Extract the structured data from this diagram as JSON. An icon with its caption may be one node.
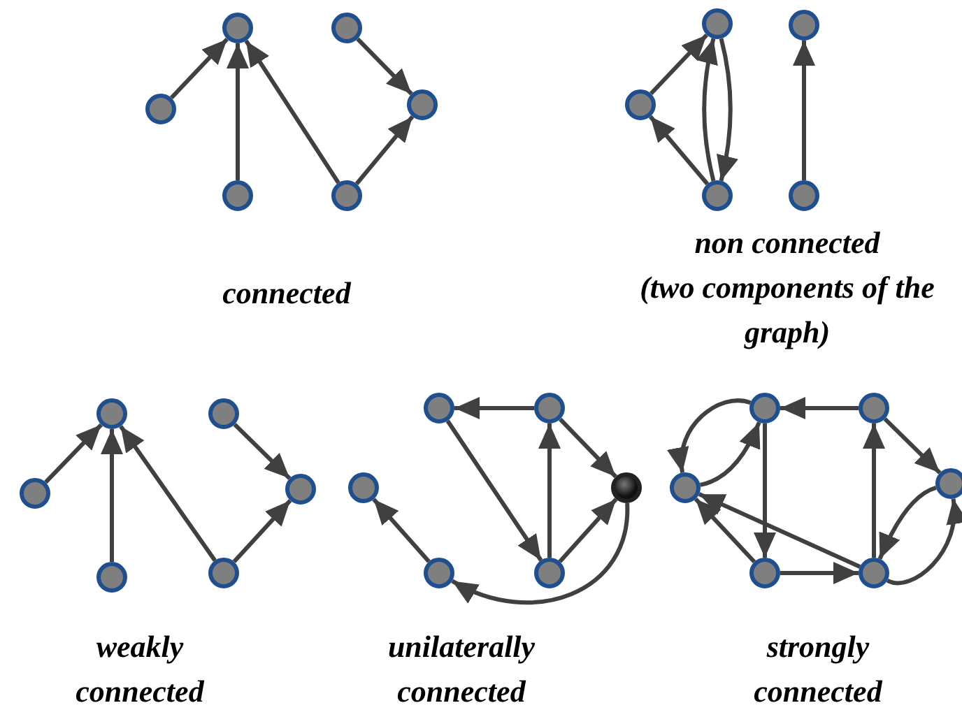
{
  "diagram": {
    "nodes": [
      {
        "text": [],
        "shape": "circle"
      },
      {
        "text": [],
        "shape": "circle"
      },
      {
        "text": [],
        "shape": "circle"
      },
      {
        "text": [],
        "shape": "circle"
      },
      {
        "text": [],
        "shape": "circle"
      },
      {
        "text": [],
        "shape": "circle"
      },
      {
        "text": [],
        "shape": "circle"
      },
      {
        "text": [],
        "shape": "circle"
      },
      {
        "text": [],
        "shape": "circle"
      },
      {
        "text": [],
        "shape": "circle"
      },
      {
        "text": [],
        "shape": "circle"
      },
      {
        "text": [],
        "shape": "circle"
      },
      {
        "text": [],
        "shape": "circle"
      },
      {
        "text": [],
        "shape": "circle"
      },
      {
        "text": [],
        "shape": "circle"
      },
      {
        "text": [],
        "shape": "circle"
      },
      {
        "text": [],
        "shape": "circle"
      },
      {
        "text": [],
        "shape": "circle"
      },
      {
        "text": [],
        "shape": "circle"
      },
      {
        "text": [],
        "shape": "circle"
      },
      {
        "text": [],
        "shape": "circle"
      },
      {
        "text": [],
        "shape": "circle"
      },
      {
        "text": [],
        "shape": "circle"
      },
      {
        "text": [],
        "shape": "circle"
      },
      {
        "text": [],
        "shape": "circle"
      },
      {
        "text": [],
        "shape": "circle"
      },
      {
        "text": [],
        "shape": "circle"
      },
      {
        "text": [],
        "shape": "circle"
      },
      {
        "text": [],
        "shape": "circle"
      }
    ],
    "edges": [
      {
        "from": 2,
        "to": 0,
        "arrow": "to"
      },
      {
        "from": 4,
        "to": 0,
        "arrow": "to"
      },
      {
        "from": 5,
        "to": 0,
        "arrow": "to"
      },
      {
        "from": 1,
        "to": 3,
        "arrow": "to"
      },
      {
        "from": 5,
        "to": 3,
        "arrow": "to"
      },
      {
        "from": 8,
        "to": 6,
        "arrow": "to"
      },
      {
        "from": 9,
        "to": 8,
        "arrow": "to"
      },
      {
        "from": 9,
        "to": 6,
        "arrow": "to"
      },
      {
        "from": 6,
        "to": 9,
        "arrow": "to"
      },
      {
        "from": 10,
        "to": 7,
        "arrow": "to"
      },
      {
        "from": 13,
        "to": 11,
        "arrow": "to"
      },
      {
        "from": 15,
        "to": 11,
        "arrow": "to"
      },
      {
        "from": 16,
        "to": 11,
        "arrow": "to"
      },
      {
        "from": 12,
        "to": 14,
        "arrow": "to"
      },
      {
        "from": 16,
        "to": 14,
        "arrow": "to"
      },
      {
        "from": 18,
        "to": 17,
        "arrow": "to"
      },
      {
        "from": 17,
        "to": 22,
        "arrow": "to"
      },
      {
        "from": 22,
        "to": 18,
        "arrow": "to"
      },
      {
        "from": 18,
        "to": 20,
        "arrow": "to"
      },
      {
        "from": 22,
        "to": 20,
        "arrow": "to"
      },
      {
        "from": 20,
        "to": 21,
        "arrow": "to"
      },
      {
        "from": 21,
        "to": 19,
        "arrow": "to"
      },
      {
        "from": 24,
        "to": 23,
        "arrow": "to"
      },
      {
        "from": 23,
        "to": 25,
        "arrow": "to"
      },
      {
        "from": 25,
        "to": 23,
        "arrow": "to"
      },
      {
        "from": 23,
        "to": 27,
        "arrow": "to"
      },
      {
        "from": 27,
        "to": 25,
        "arrow": "to"
      },
      {
        "from": 28,
        "to": 25,
        "arrow": "to"
      },
      {
        "from": 27,
        "to": 28,
        "arrow": "to"
      },
      {
        "from": 28,
        "to": 24,
        "arrow": "to"
      },
      {
        "from": 24,
        "to": 26,
        "arrow": "to"
      },
      {
        "from": 26,
        "to": 28,
        "arrow": "to"
      },
      {
        "from": 28,
        "to": 26,
        "arrow": "to"
      }
    ],
    "labels": [
      "connected",
      "non connected",
      "(two components of the graph)",
      "weakly connected",
      "unilaterally connected",
      "strongly connected"
    ]
  }
}
